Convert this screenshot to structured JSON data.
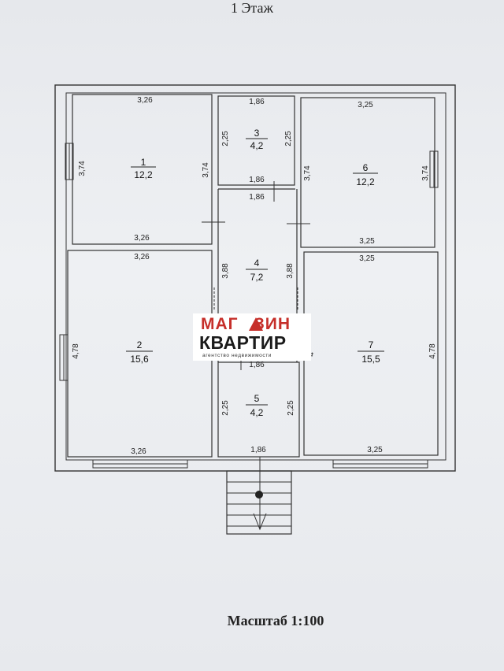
{
  "title": "1  Этаж",
  "scale_label": "Масштаб 1:100",
  "watermark": {
    "line1": "МАГ",
    "line1b": "ЗИН",
    "line2": "КВАРТИР",
    "line3": "агентство недвижимости",
    "accent_color": "#c62f2a"
  },
  "rooms": [
    {
      "num": "1",
      "area": "12,2"
    },
    {
      "num": "2",
      "area": "15,6"
    },
    {
      "num": "3",
      "area": "4,2"
    },
    {
      "num": "4",
      "area": "7,2"
    },
    {
      "num": "5",
      "area": "4,2"
    },
    {
      "num": "6",
      "area": "12,2"
    },
    {
      "num": "7",
      "area": "15,5"
    }
  ],
  "dimensions": {
    "r1_top": "3,26",
    "r1_bottom": "3,26",
    "r1_left": "3,74",
    "r1_right": "3,74",
    "r2_top": "3,26",
    "r2_bottom": "3,26",
    "r2_left": "4,78",
    "r3_top": "1,86",
    "r3_bottom": "1,86",
    "r3_left": "2,25",
    "r3_right": "2,25",
    "r4_top": "1,86",
    "r4_left": "3,88",
    "r4_right": "3,88",
    "r5_top": "1,86",
    "r5_bottom": "1,86",
    "r5_left": "2,25",
    "r5_right": "2,25",
    "r6_top": "3,25",
    "r6_bottom": "3,25",
    "r6_left": "3,74",
    "r6_right": "3,74",
    "r7_top": "3,25",
    "r7_bottom": "3,25",
    "r7_right": "4,78",
    "r7_left": "4"
  }
}
